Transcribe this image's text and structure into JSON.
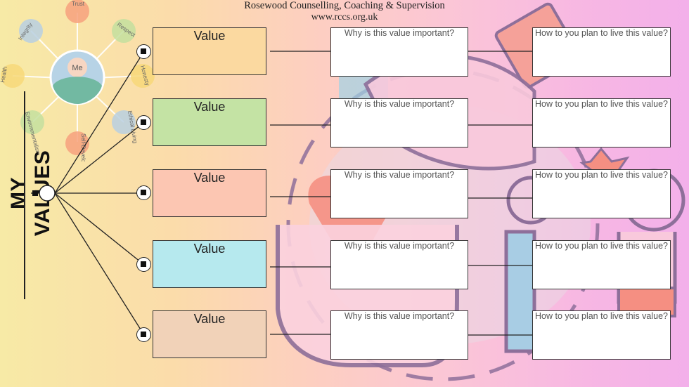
{
  "header": {
    "org_name": "Rosewood Counselling, Coaching & Supervision",
    "url": "www.rccs.org.uk"
  },
  "title": "MY VALUES",
  "wheel": {
    "center_label": "Me",
    "spokes": [
      "Trust",
      "Respect",
      "Honesty",
      "Ethical Living",
      "Self-Development",
      "Environmentalism",
      "Health",
      "Integrity"
    ]
  },
  "rows": [
    {
      "value_label": "Value",
      "why": "Why is this value important?",
      "plan": "How to you plan to live this value?",
      "color": "#fbd9a0"
    },
    {
      "value_label": "Value",
      "why": "Why is this value important?",
      "plan": "How to you plan to live this value?",
      "color": "#c4e3a4"
    },
    {
      "value_label": "Value",
      "why": "Why is this value important?",
      "plan": "How to you plan to live this value?",
      "color": "#fcc6b2"
    },
    {
      "value_label": "Value",
      "why": "Why is this value important?",
      "plan": "How to you plan to live this value?",
      "color": "#b6e9ee"
    },
    {
      "value_label": "Value",
      "why": "Why is this value important?",
      "plan": "How to you plan to live this value?",
      "color": "#f1d2b8"
    }
  ]
}
